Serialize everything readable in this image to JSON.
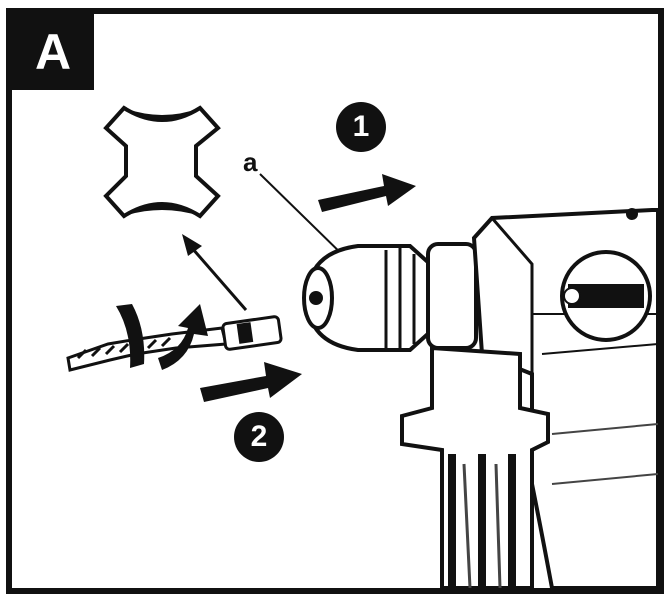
{
  "panel": {
    "label": "A"
  },
  "steps": {
    "one": "1",
    "two": "2"
  },
  "callout": {
    "label": "a"
  },
  "icons": [
    "shank-profile-icon",
    "drill-bit-icon",
    "twist-arrow-icon",
    "push-arrow-icon",
    "pull-arrow-icon",
    "rotary-hammer-icon",
    "mode-selector-icon"
  ],
  "colors": {
    "ink": "#111111",
    "paper": "#ffffff",
    "shade": "#444444"
  }
}
